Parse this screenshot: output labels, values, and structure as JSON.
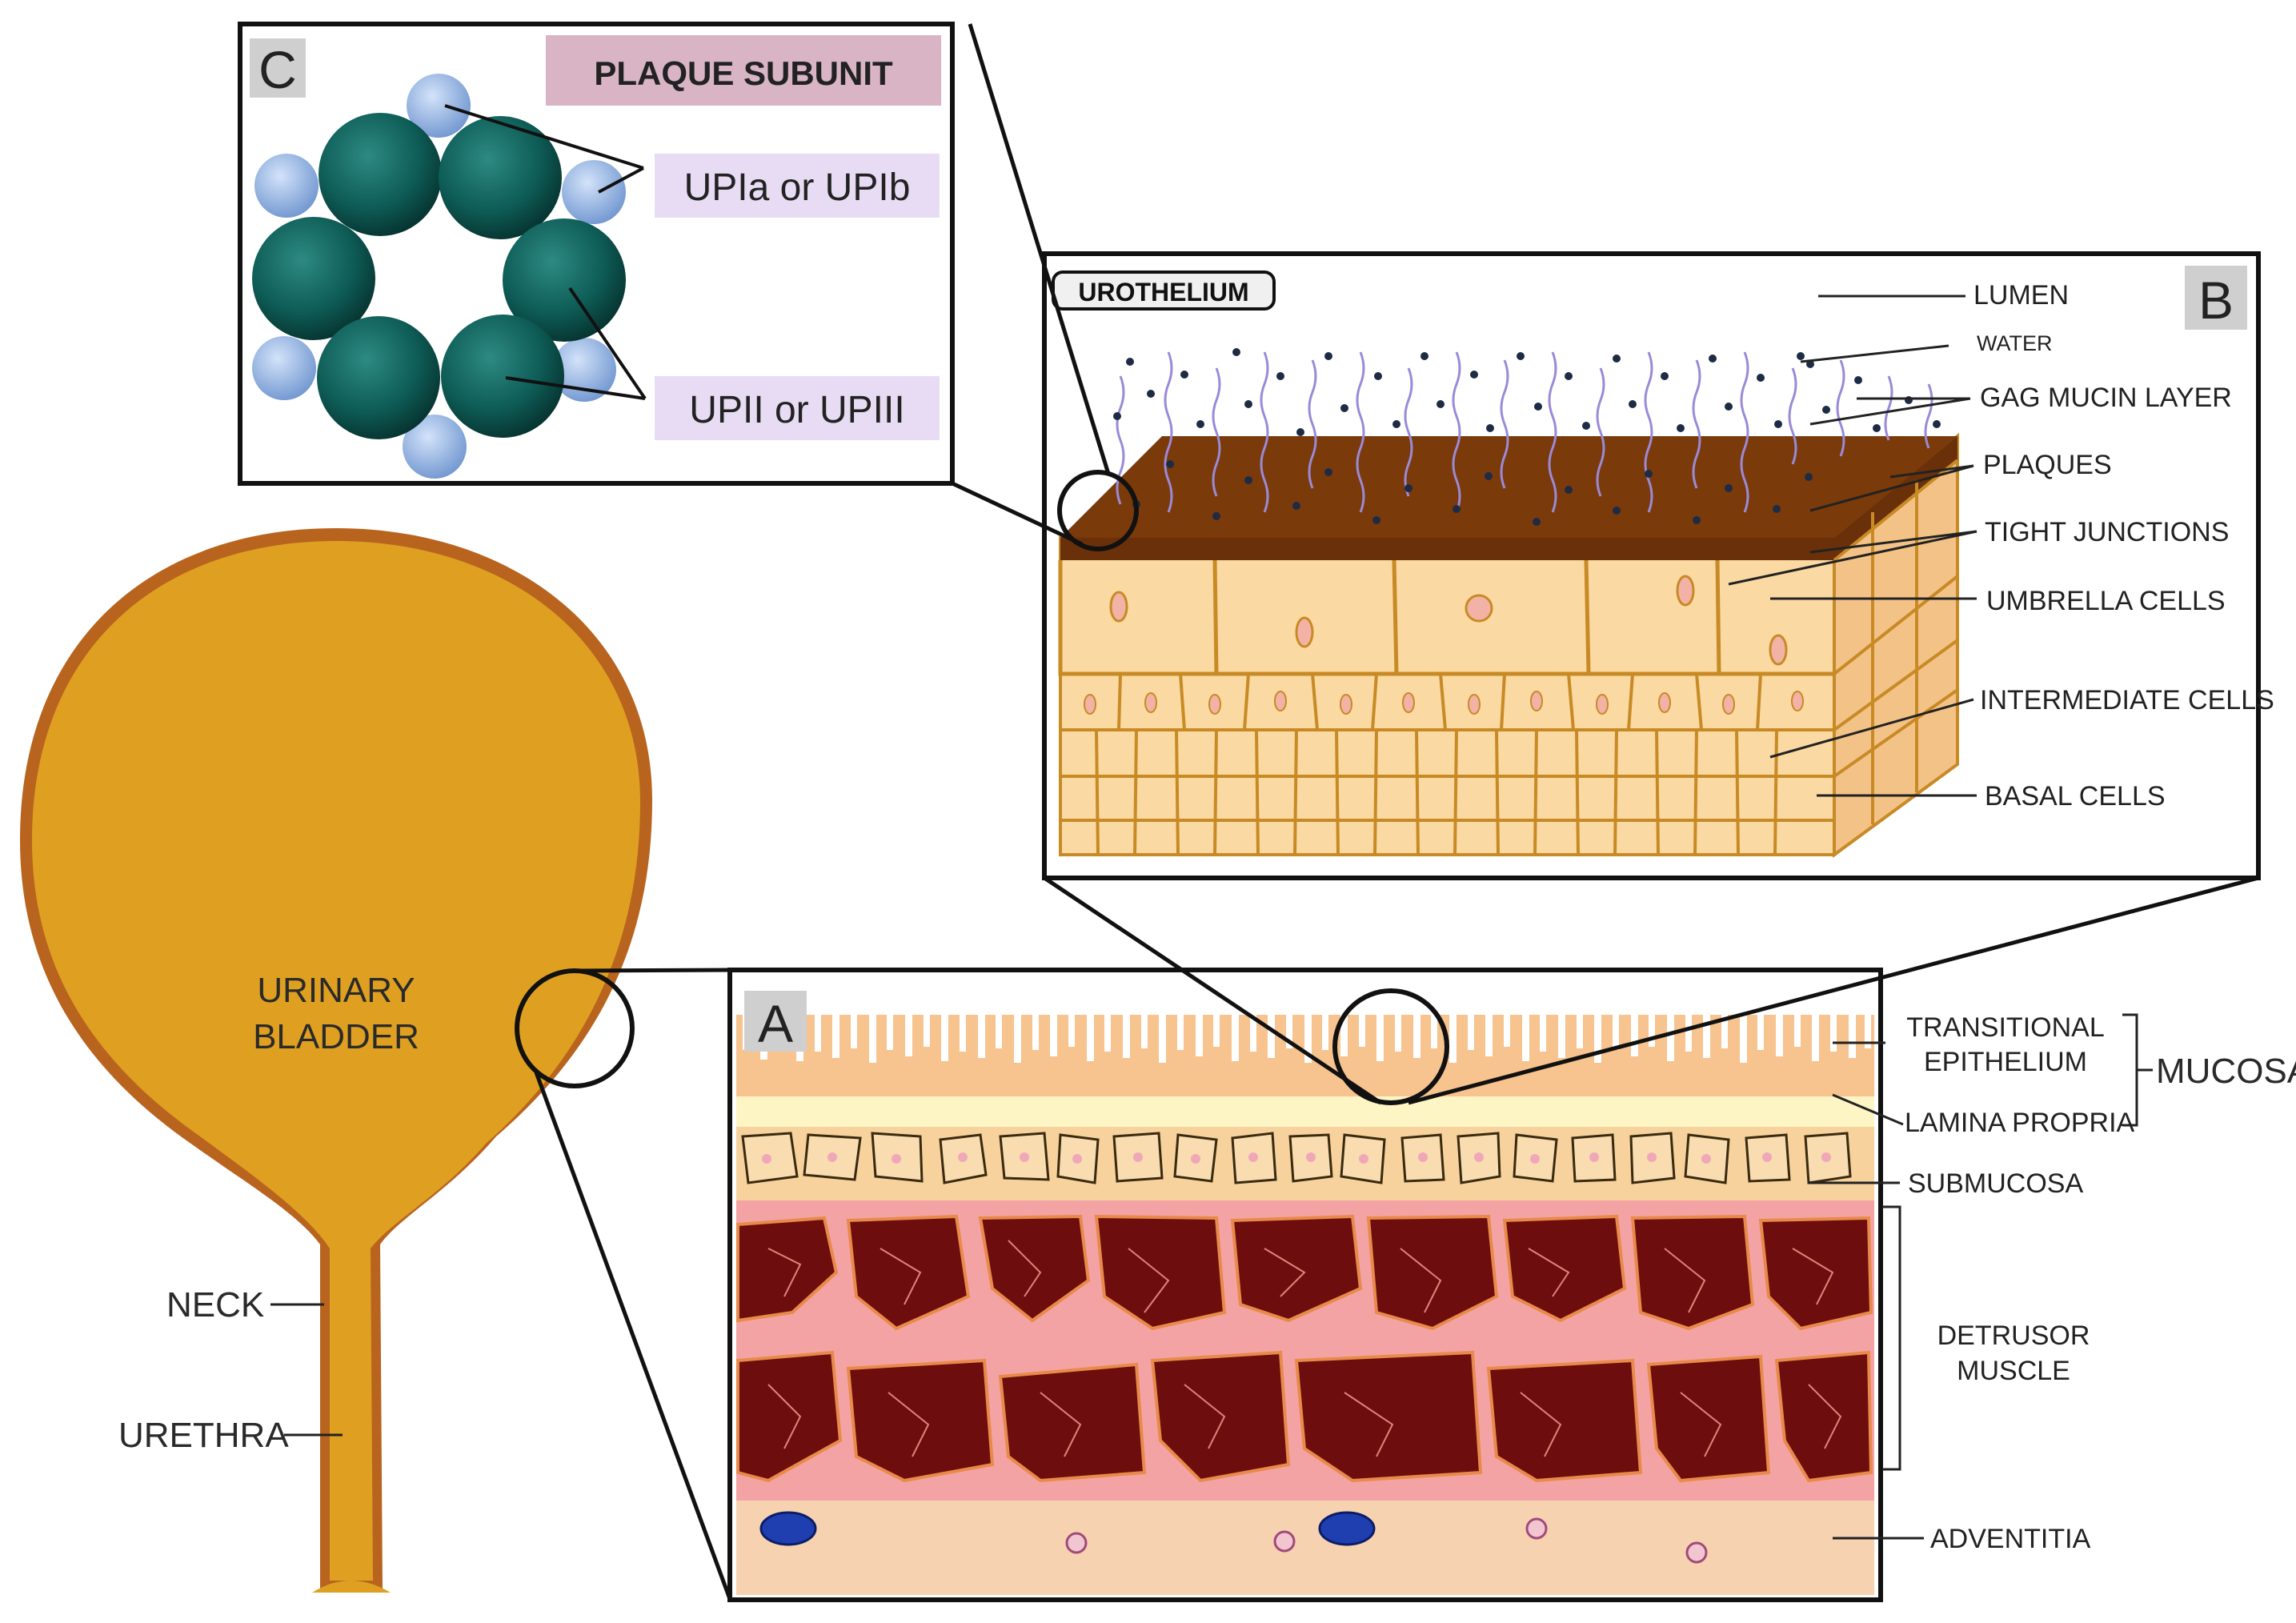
{
  "panels": {
    "a": "A",
    "b": "B",
    "c": "C"
  },
  "bladder": {
    "title_line1": "URINARY",
    "title_line2": "BLADDER",
    "neck": "NECK",
    "urethra": "URETHRA"
  },
  "panel_c": {
    "title": "PLAQUE SUBUNIT",
    "label_small": "UPIa or UPIb",
    "label_large": "UPII or UPIII"
  },
  "panel_b": {
    "title": "UROTHELIUM",
    "labels": [
      "LUMEN",
      "WATER",
      "GAG MUCIN LAYER",
      "PLAQUES",
      "TIGHT JUNCTIONS",
      "UMBRELLA CELLS",
      "INTERMEDIATE CELLS",
      "BASAL CELLS"
    ]
  },
  "panel_a": {
    "transitional_line1": "TRANSITIONAL",
    "transitional_line2": "EPITHELIUM",
    "lamina_propria": "LAMINA PROPRIA",
    "mucosa": "MUCOSA",
    "submucosa": "SUBMUCOSA",
    "detrusor_line1": "DETRUSOR",
    "detrusor_line2": "MUSCLE",
    "adventitia": "ADVENTITIA"
  },
  "colors": {
    "bladder_fill": "#dfa022",
    "bladder_wall": "#b8641e",
    "plaque": "#7a3a0a",
    "cell_fill": "#fbd9a2",
    "cell_border": "#c88a25",
    "muscle": "#6e0d0d",
    "muscle_bg": "#f3a3a3",
    "uroplakin_large": "#0d5a55",
    "uroplakin_small": "#8fb2e6",
    "label_box": "#e7dcf4",
    "title_box": "#d8b4c4"
  }
}
